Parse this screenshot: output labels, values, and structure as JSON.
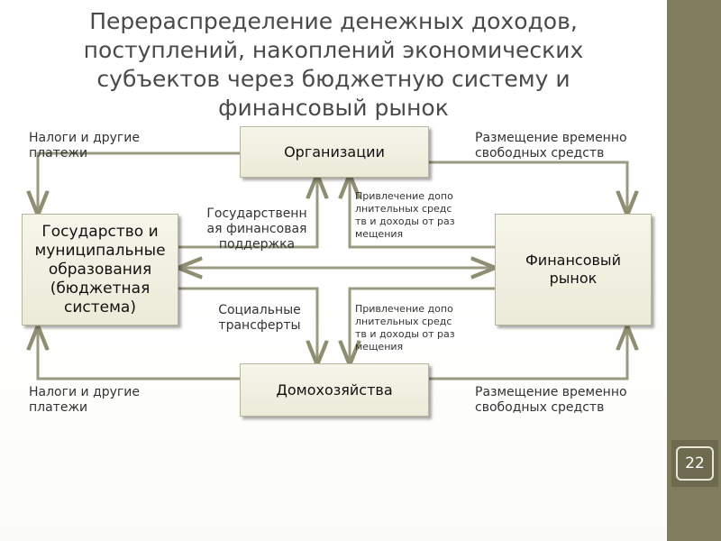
{
  "title": "Перераспределение денежных доходов, поступлений, накоплений экономических субъектов через бюджетную систему и финансовый рынок",
  "nodes": {
    "organizations": "Организации",
    "state": "Государство и муниципальные образования (бюджетная система)",
    "financial_market": "Финансовый рынок",
    "households": "Домохозяйства"
  },
  "labels": {
    "taxes_top": "Налоги и другие платежи",
    "taxes_bottom": "Налоги и другие платежи",
    "placement_top": "Размещение временно свободных средств",
    "placement_bottom": "Размещение временно свободных средств",
    "state_support": "Государственная финансовая поддержка",
    "social_transfers": "Социальные трансферты",
    "attraction_top": "Привлечение дополнительных средств и доходы от размещения",
    "attraction_bottom": "Привлечение дополнительных средств и доходы от размещения"
  },
  "page_number": "22",
  "colors": {
    "accent_bar": "#807d5f",
    "box_fill": "#f0efe1",
    "connector": "#9a9a80"
  }
}
